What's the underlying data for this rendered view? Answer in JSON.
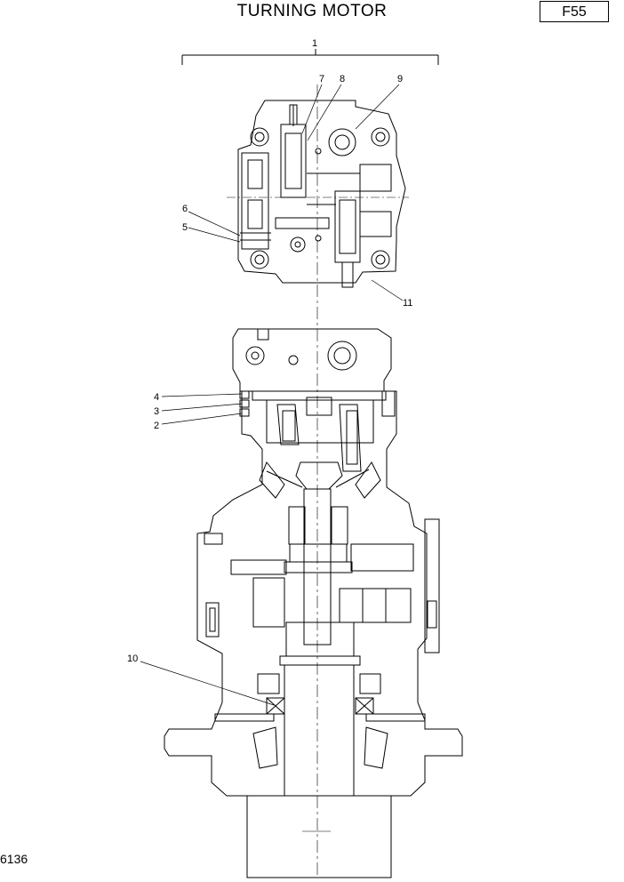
{
  "header": {
    "title": "TURNING MOTOR",
    "page_code": "F55"
  },
  "footer": {
    "doc_number": "6136"
  },
  "callouts": [
    "1",
    "2",
    "3",
    "4",
    "5",
    "6",
    "7",
    "8",
    "9",
    "10",
    "11"
  ]
}
